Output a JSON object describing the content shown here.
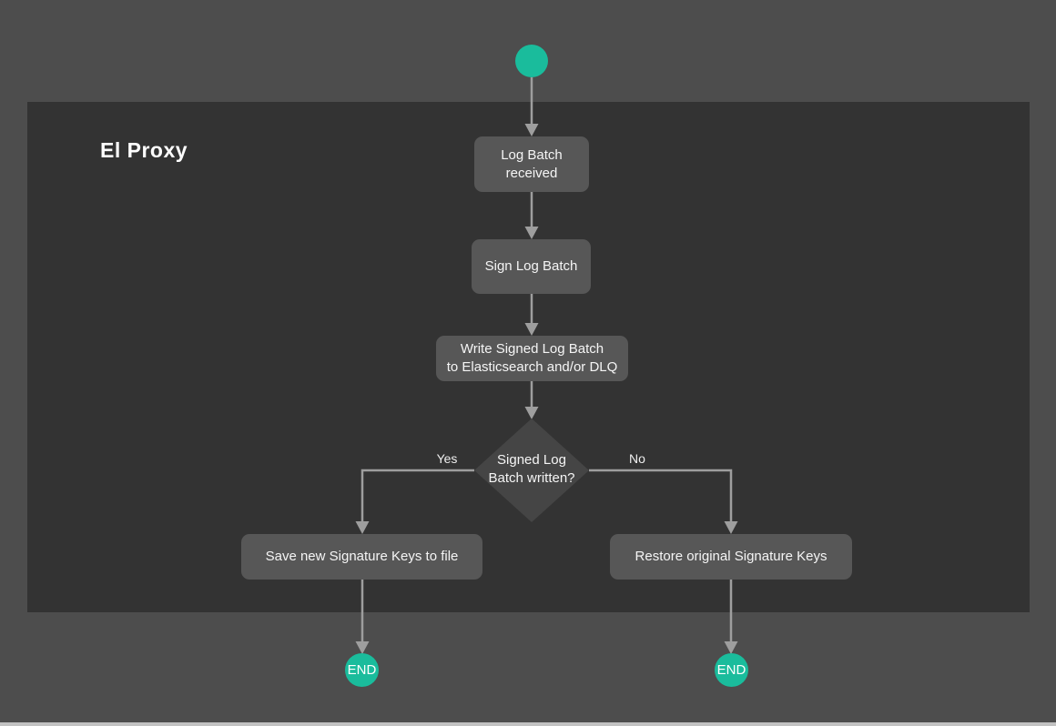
{
  "diagram": {
    "group": {
      "label": "El Proxy"
    },
    "nodes": {
      "log_batch_received": {
        "label": "Log Batch\nreceived"
      },
      "sign_log_batch": {
        "label": "Sign Log Batch"
      },
      "write_signed_log_batch": {
        "label": "Write Signed Log Batch\nto Elasticsearch and/or DLQ"
      },
      "signed_log_batch_written": {
        "label": "Signed Log\nBatch written?"
      },
      "save_new_signature_keys": {
        "label": "Save new Signature Keys to file"
      },
      "restore_original_signature_keys": {
        "label": "Restore original Signature Keys"
      },
      "end_left": {
        "label": "END"
      },
      "end_right": {
        "label": "END"
      }
    },
    "edge_labels": {
      "yes": "Yes",
      "no": "No"
    },
    "colors": {
      "background": "#4d4d4d",
      "group_background": "#333333",
      "process_fill": "#575757",
      "decision_fill": "#454545",
      "edge_stroke": "#9e9e9e",
      "terminal_fill": "#1abc9c",
      "text": "#f5f5f5"
    }
  }
}
